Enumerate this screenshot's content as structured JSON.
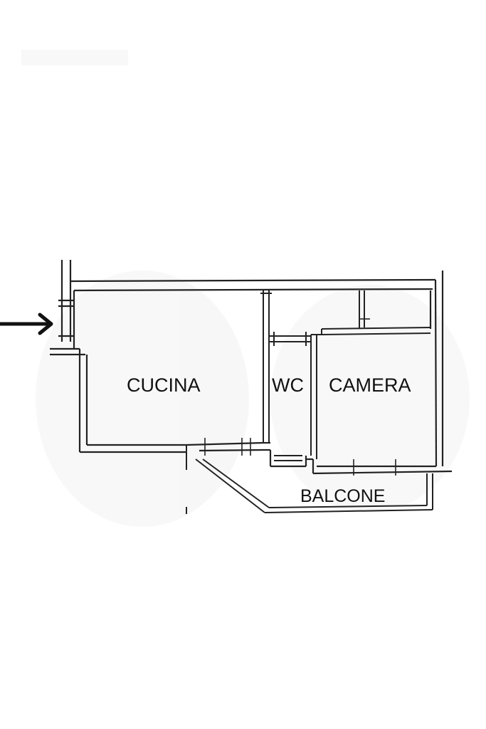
{
  "plan": {
    "rooms": {
      "cucina": "CUCINA",
      "wc": "WC",
      "camera": "CAMERA",
      "balcone": "BALCONE"
    },
    "entrance": "entrance-arrow-icon",
    "colors": {
      "ink": "#111111",
      "wall": "#222222",
      "paper": "#ffffff"
    }
  }
}
